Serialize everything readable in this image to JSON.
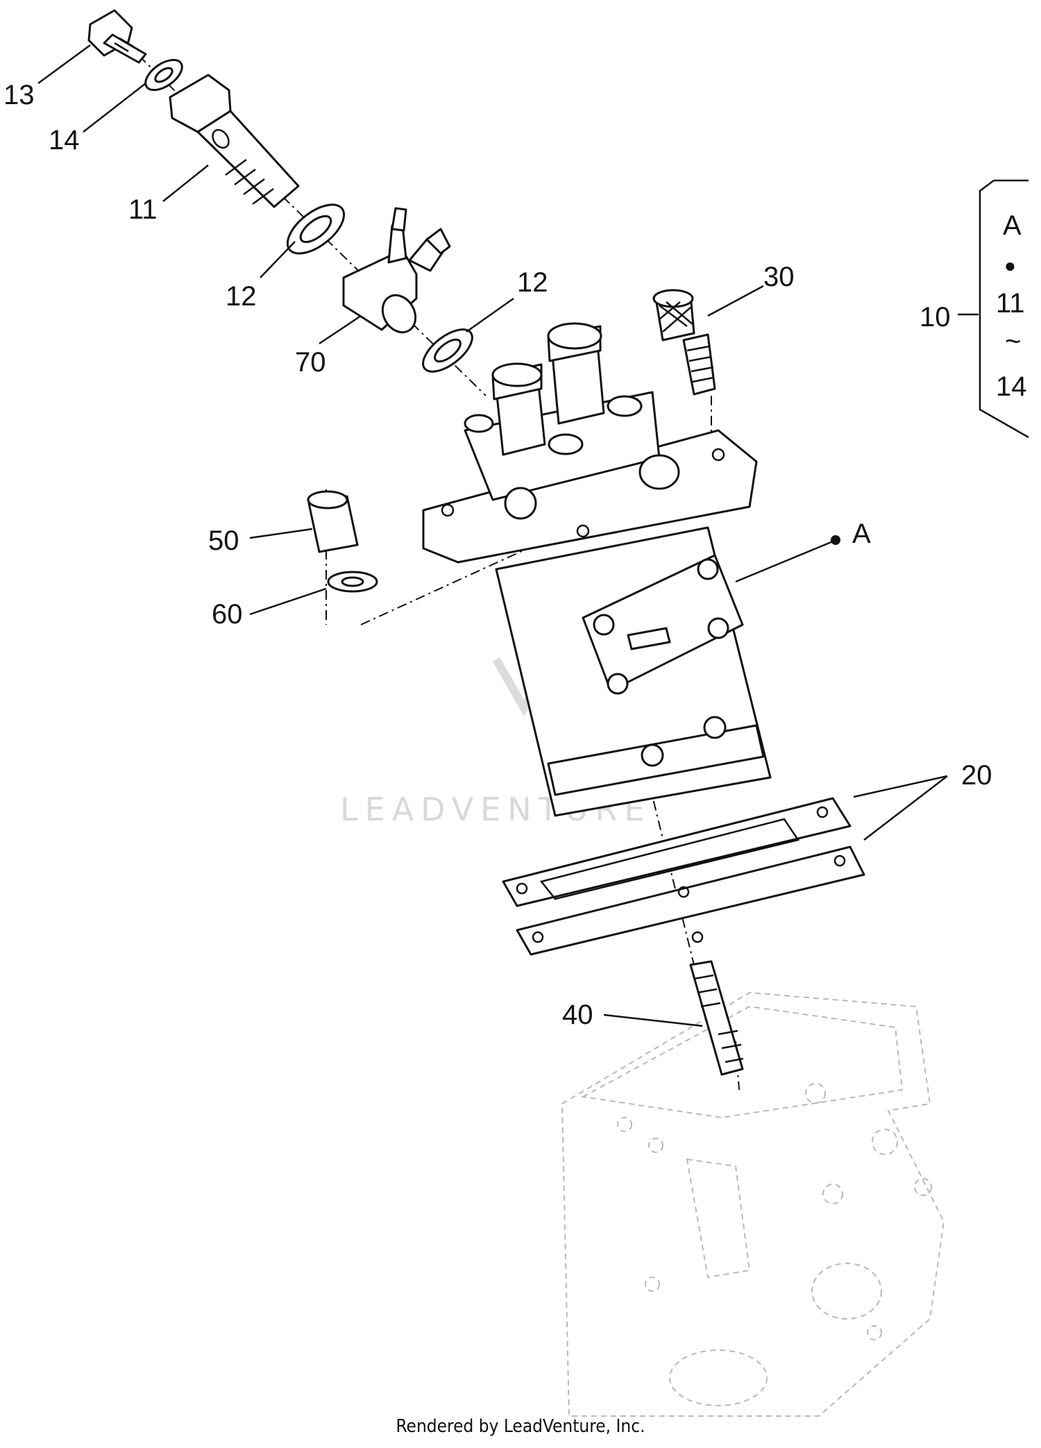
{
  "callouts": {
    "c13": "13",
    "c14": "14",
    "c11": "11",
    "c12a": "12",
    "c12b": "12",
    "c70": "70",
    "c30": "30",
    "c10": "10",
    "c50": "50",
    "c60": "60",
    "cA": "A",
    "c20": "20",
    "c40": "40"
  },
  "bracket": {
    "top": "A",
    "bullet": "●",
    "from": "11",
    "tilde": "~",
    "to": "14"
  },
  "watermark": "LEADVENTURE",
  "footer": "Rendered by LeadVenture, Inc.",
  "icons": [
    "bolt",
    "washer",
    "banjo-bolt",
    "banjo-fitting",
    "injection-pump",
    "shim-stop",
    "spacer",
    "gasket",
    "stud",
    "engine-block-ghost"
  ]
}
